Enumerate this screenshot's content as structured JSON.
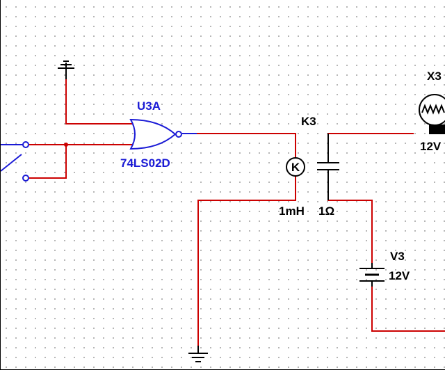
{
  "colors": {
    "wire_red": "#cc0000",
    "wire_blue": "#1a1ad6",
    "label_blue": "#1a1ad6",
    "component": "#000000"
  },
  "labels": {
    "gate_ref": "U3A",
    "gate_part": "74LS02D",
    "relay_ref": "K3",
    "relay_coil": "1mH",
    "relay_res": "1Ω",
    "battery_ref": "V3",
    "battery_value": "12V",
    "lamp_ref": "X3",
    "lamp_value": "12V"
  },
  "icons": {
    "gate": "nor-gate-icon",
    "switch": "spdt-switch-icon",
    "relay": "relay-coil-icon",
    "battery": "battery-icon",
    "lamp": "lamp-icon",
    "ground": "ground-icon"
  }
}
